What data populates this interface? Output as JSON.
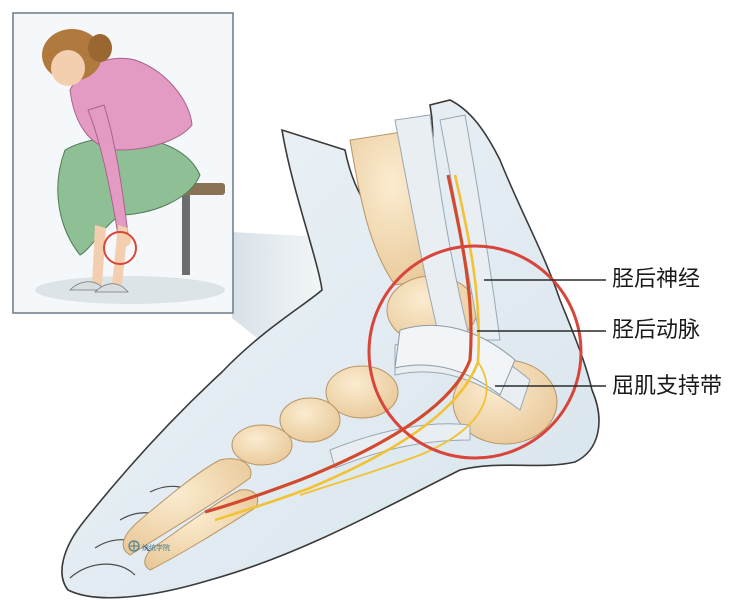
{
  "labels": {
    "nerve": "胫后神经",
    "artery": "胫后动脉",
    "retinaculum": "屈肌支持带"
  },
  "watermark": "统统学院",
  "colors": {
    "highlight_circle": "#d9453a",
    "leader_line": "#2a2a2a",
    "bone": "#f4dcb4",
    "skin_outline": "#3a3a3a",
    "nerve": "#f2c233",
    "artery": "#d24a2e",
    "tendon": "#e8eef2",
    "inset_border": "#6a7a86",
    "sweater": "#e39bc4",
    "skirt": "#8fbf95"
  }
}
